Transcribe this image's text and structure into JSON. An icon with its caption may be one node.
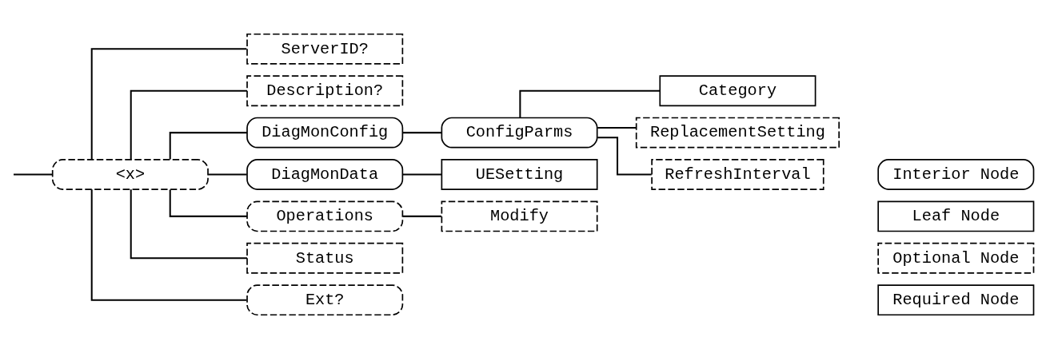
{
  "diagram": {
    "nodes": [
      {
        "text": [
          "<x>"
        ]
      },
      {
        "text": [
          "ServerID?"
        ]
      },
      {
        "text": [
          "Description?"
        ]
      },
      {
        "text": [
          "DiagMonConfig"
        ]
      },
      {
        "text": [
          "ConfigParms"
        ]
      },
      {
        "text": [
          "Category"
        ]
      },
      {
        "text": [
          "ReplacementSetting"
        ]
      },
      {
        "text": [
          "RefreshInterval"
        ]
      },
      {
        "text": [
          "DiagMonData"
        ]
      },
      {
        "text": [
          "UESetting"
        ]
      },
      {
        "text": [
          "Operations"
        ]
      },
      {
        "text": [
          "Modify"
        ]
      },
      {
        "text": [
          "Status"
        ]
      },
      {
        "text": [
          "Ext?"
        ]
      },
      {
        "text": [
          "Interior Node"
        ]
      },
      {
        "text": [
          "Leaf Node"
        ]
      },
      {
        "text": [
          "Optional Node"
        ]
      },
      {
        "text": [
          "Required Node"
        ]
      }
    ],
    "edges": [
      {
        "from": null,
        "to": 0,
        "arrow": "none"
      },
      {
        "from": 0,
        "to": 1,
        "arrow": "none"
      },
      {
        "from": 0,
        "to": 2,
        "arrow": "none"
      },
      {
        "from": 0,
        "to": 3,
        "arrow": "none"
      },
      {
        "from": 3,
        "to": 4,
        "arrow": "none"
      },
      {
        "from": 4,
        "to": 5,
        "arrow": "none"
      },
      {
        "from": 4,
        "to": 6,
        "arrow": "none"
      },
      {
        "from": 4,
        "to": 7,
        "arrow": "none"
      },
      {
        "from": 0,
        "to": 8,
        "arrow": "none"
      },
      {
        "from": 8,
        "to": 9,
        "arrow": "none"
      },
      {
        "from": 0,
        "to": 10,
        "arrow": "none"
      },
      {
        "from": 10,
        "to": 11,
        "arrow": "none"
      },
      {
        "from": 0,
        "to": 12,
        "arrow": "none"
      },
      {
        "from": 0,
        "to": 13,
        "arrow": "none"
      }
    ]
  }
}
